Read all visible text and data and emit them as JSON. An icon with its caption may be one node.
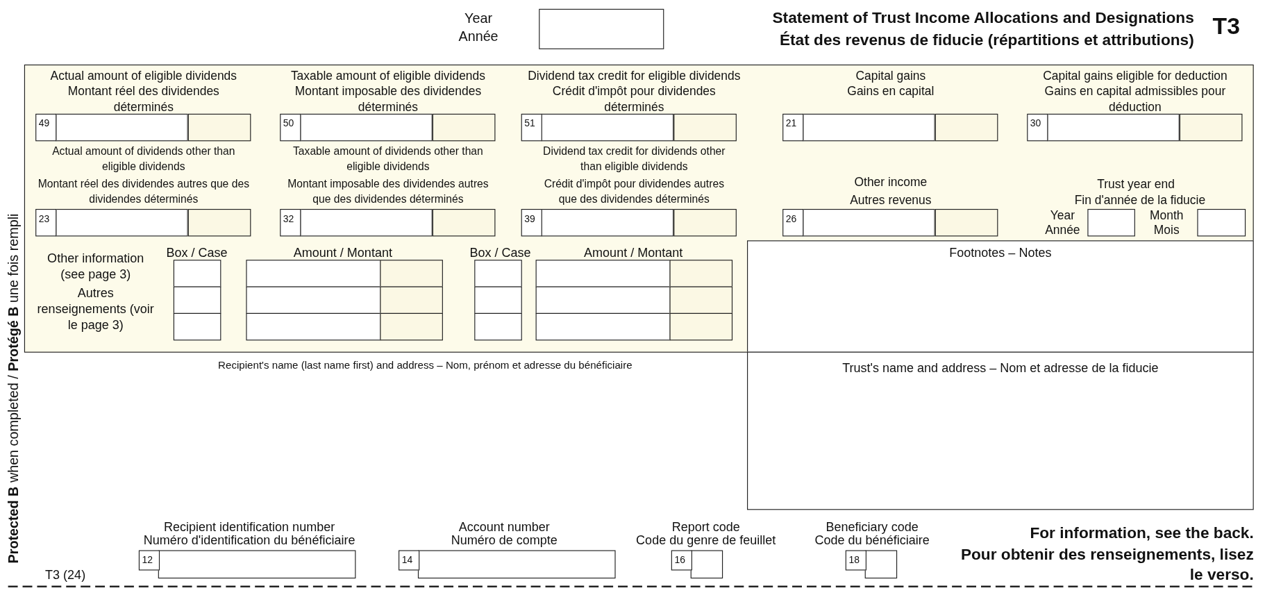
{
  "diagram": {
    "title": "Statement of Trust Income Allocations and Designations",
    "labels": [
      "Year",
      "Année",
      "État des revenus de fiducie (répartitions et attributions)",
      "T3",
      "Actual amount of eligible dividends",
      "Montant réel des dividendes déterminés",
      "Taxable amount of eligible dividends",
      "Montant imposable des dividendes déterminés",
      "Dividend tax credit for eligible dividends",
      "Crédit d'impôt pour dividendes déterminés",
      "Capital gains",
      "Gains en capital",
      "Capital gains eligible for deduction",
      "Gains en capital admissibles pour déduction",
      "49",
      "50",
      "51",
      "21",
      "30",
      "Actual amount of dividends other than eligible dividends",
      "Montant réel des dividendes autres que des dividendes déterminés",
      "Taxable amount of dividends other than eligible dividends",
      "Montant imposable des dividendes autres que des dividendes déterminés",
      "Dividend tax credit for dividends other than eligible dividends",
      "Crédit d'impôt pour dividendes autres que des dividendes déterminés",
      "Other income",
      "Autres revenus",
      "Trust year end",
      "Fin d'année de la fiducie",
      "23",
      "32",
      "39",
      "26",
      "Year",
      "Année",
      "Month",
      "Mois",
      "Other information (see page 3)",
      "Autres renseignements (voir le page 3)",
      "Box / Case",
      "Amount / Montant",
      "Box / Case",
      "Amount / Montant",
      "Footnotes – Notes",
      "Recipient's name (last name first) and address – Nom, prénom et adresse du bénéficiaire",
      "Trust's name and address – Nom et adresse de la fiducie",
      "Recipient identification number",
      "Numéro d'identification du bénéficiaire",
      "Account number",
      "Numéro de compte",
      "Report code",
      "Code du genre de feuillet",
      "Beneficiary code",
      "Code du bénéficiaire",
      "For information, see the back.",
      "Pour obtenir des renseignements, lisez le verso.",
      "12",
      "14",
      "16",
      "18",
      "T3 (24)",
      "**Protected B** when completed / **Protégé B** une fois rempli"
    ]
  }
}
